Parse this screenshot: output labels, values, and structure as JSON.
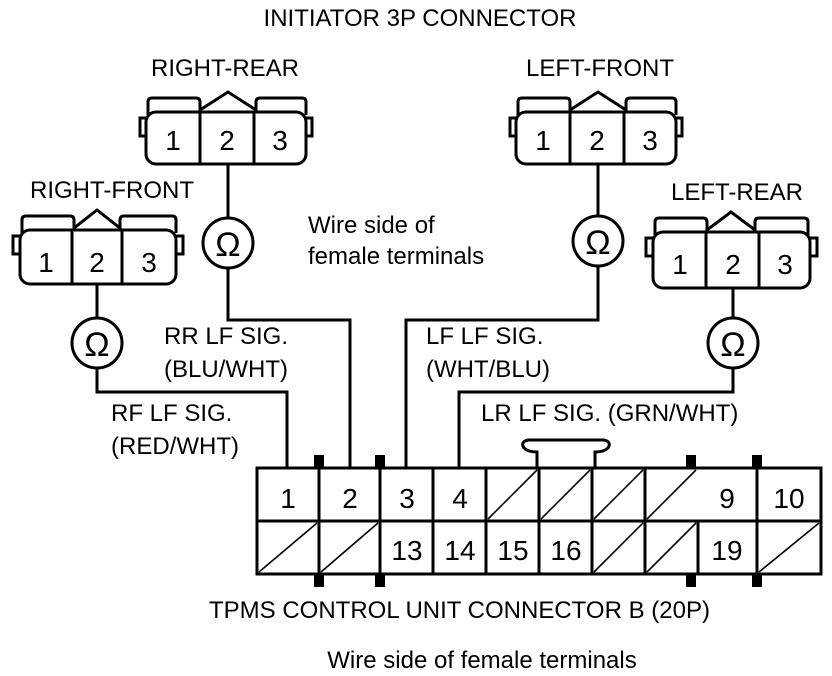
{
  "title": "INITIATOR 3P CONNECTOR",
  "wire_side_note_1": "Wire side of",
  "wire_side_note_2": "female terminals",
  "bottom_title": "TPMS CONTROL UNIT CONNECTOR B (20P)",
  "bottom_note": "Wire side of female terminals",
  "ohm_symbol": "Ω",
  "connectors": {
    "right_rear": {
      "label": "RIGHT-REAR",
      "pins": [
        "1",
        "2",
        "3"
      ]
    },
    "left_front": {
      "label": "LEFT-FRONT",
      "pins": [
        "1",
        "2",
        "3"
      ]
    },
    "right_front": {
      "label": "RIGHT-FRONT",
      "pins": [
        "1",
        "2",
        "3"
      ]
    },
    "left_rear": {
      "label": "LEFT-REAR",
      "pins": [
        "1",
        "2",
        "3"
      ]
    }
  },
  "signals": {
    "rr": {
      "line1": "RR LF SIG.",
      "line2": "(BLU/WHT)"
    },
    "lf": {
      "line1": "LF LF SIG.",
      "line2": "(WHT/BLU)"
    },
    "rf": {
      "line1": "RF LF SIG.",
      "line2": "(RED/WHT)"
    },
    "lr": {
      "line1": "LR LF SIG. (GRN/WHT)"
    }
  },
  "tpms_top_row": [
    "1",
    "2",
    "3",
    "4",
    "",
    "",
    "",
    "",
    "9",
    "10"
  ],
  "tpms_bottom_row": [
    "",
    "",
    "13",
    "14",
    "15",
    "16",
    "",
    "",
    "19",
    ""
  ]
}
